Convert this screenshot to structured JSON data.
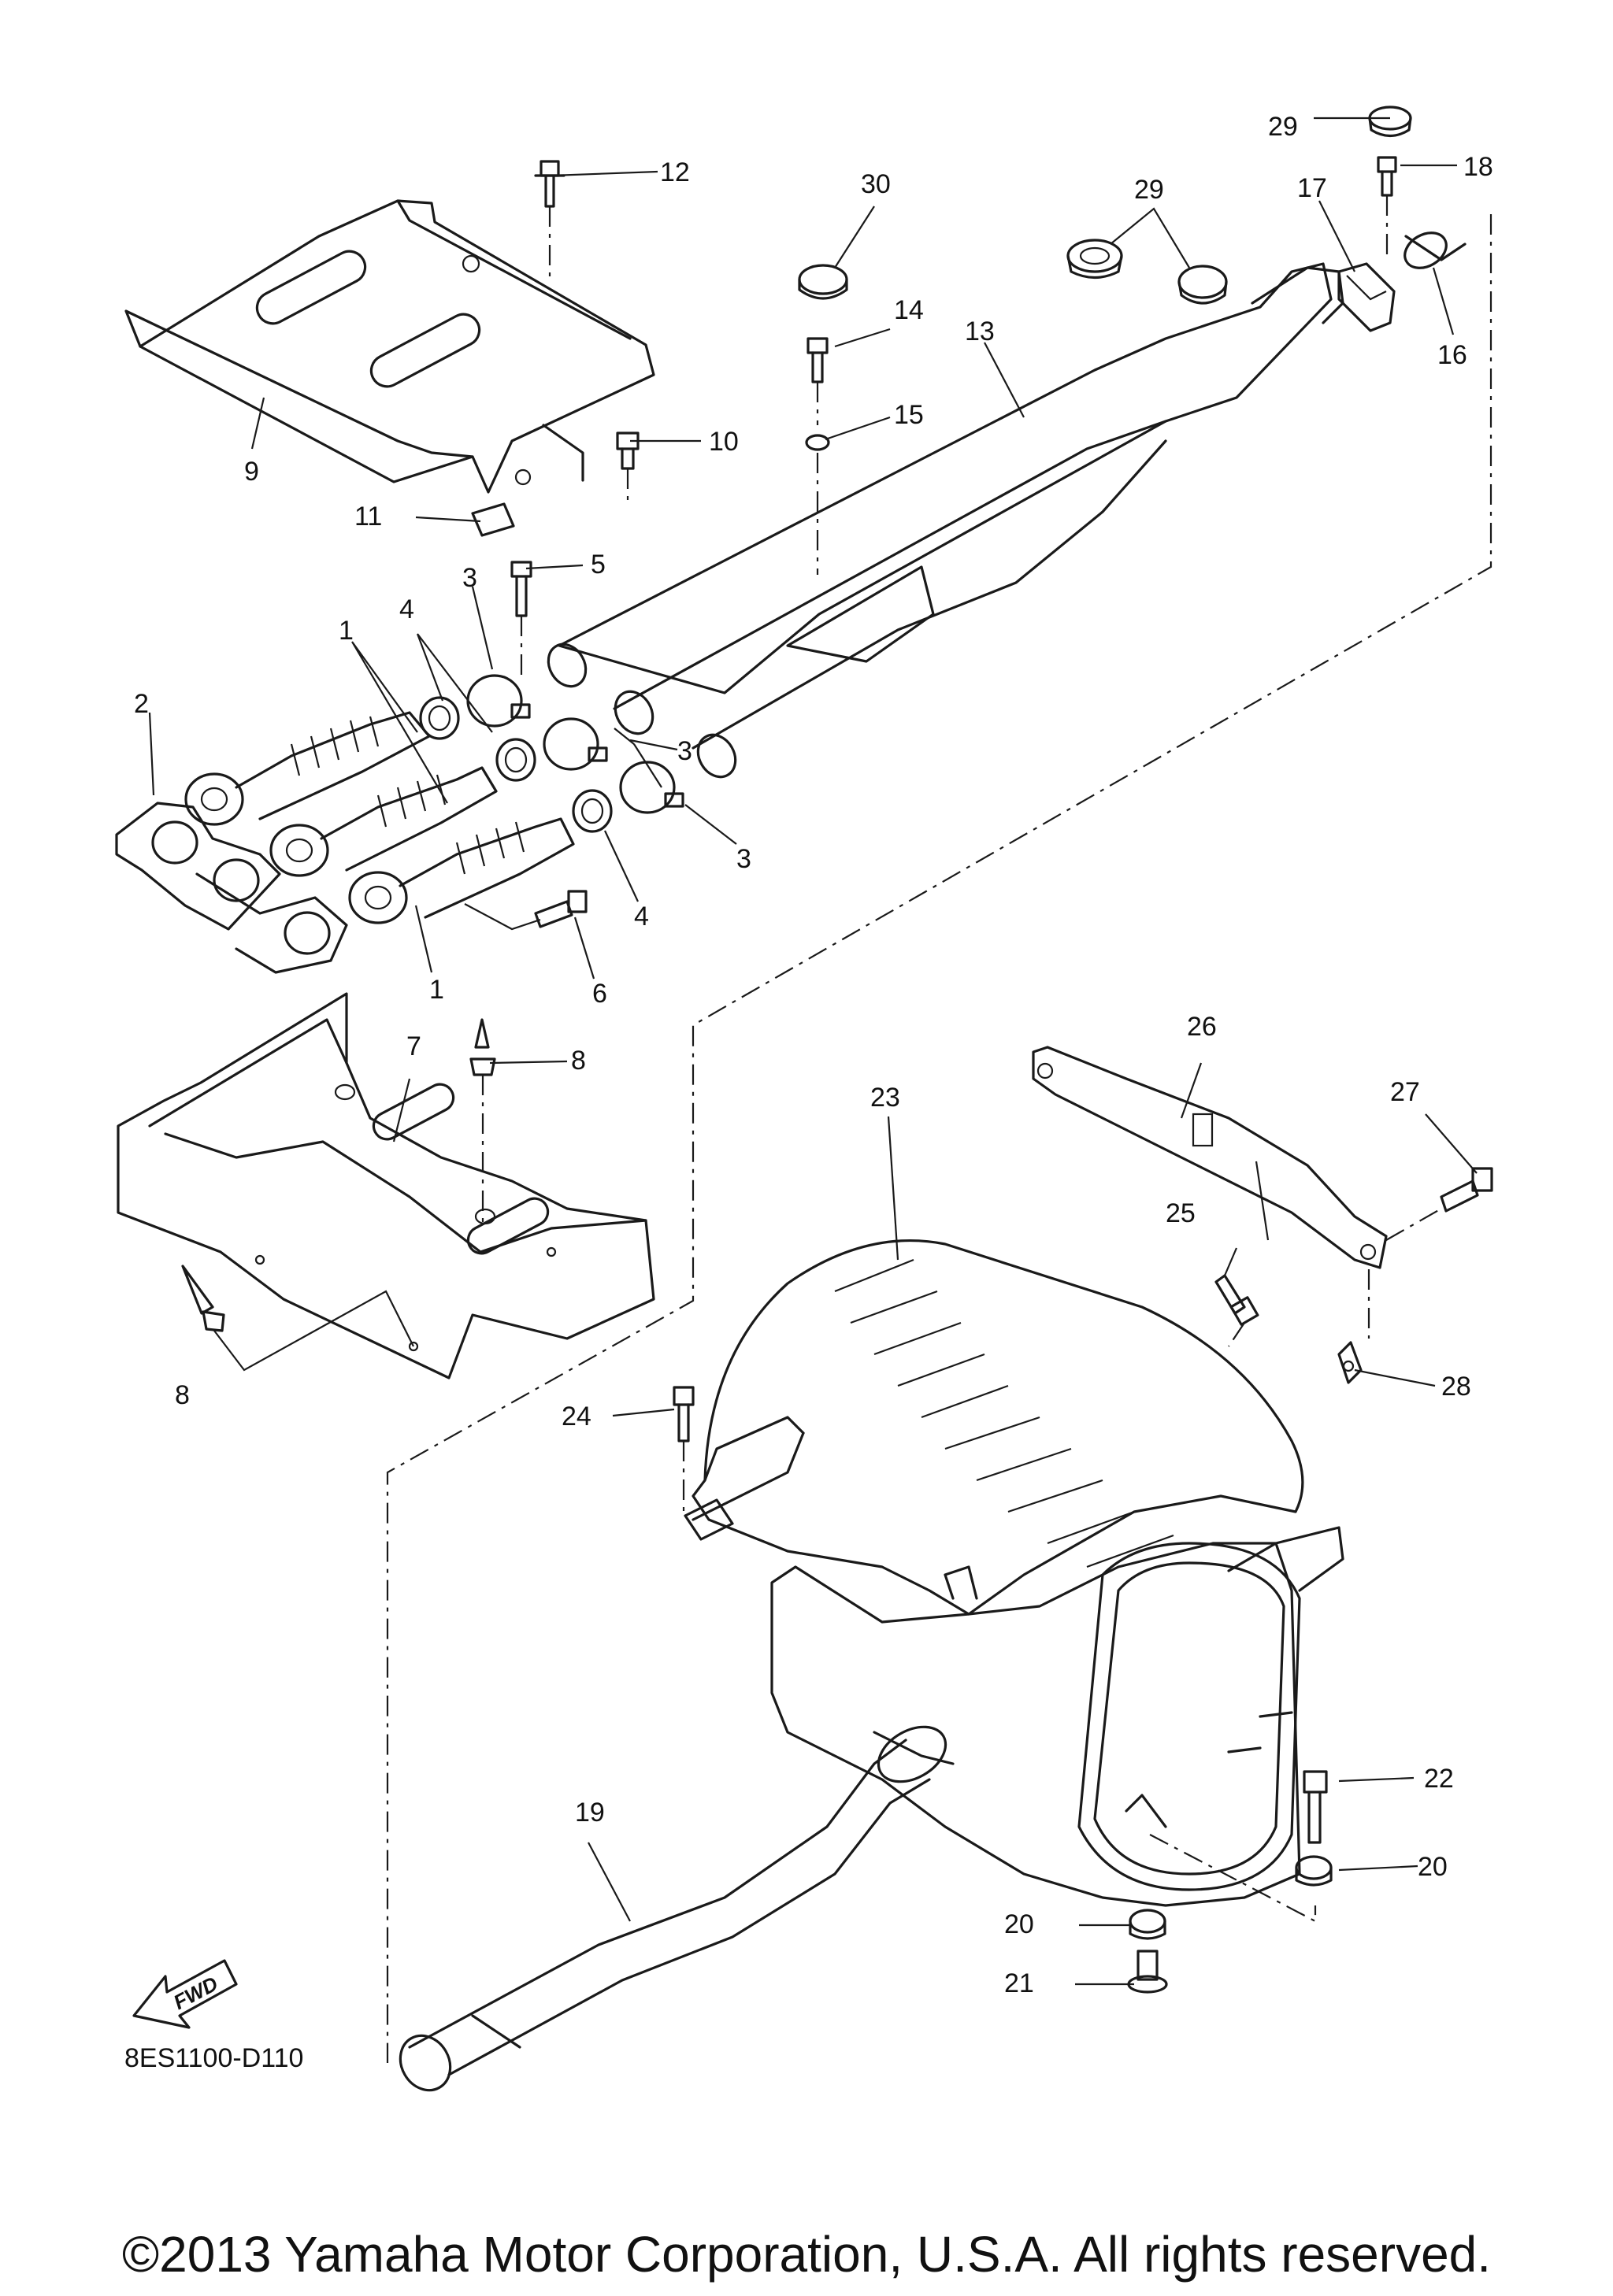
{
  "diagram": {
    "callouts": {
      "c1a": "1",
      "c1b": "1",
      "c2": "2",
      "c3a": "3",
      "c3b": "3",
      "c3c": "3",
      "c4a": "4",
      "c4b": "4",
      "c5": "5",
      "c6": "6",
      "c7": "7",
      "c8a": "8",
      "c8b": "8",
      "c9": "9",
      "c10": "10",
      "c11": "11",
      "c12": "12",
      "c13": "13",
      "c14": "14",
      "c15": "15",
      "c16": "16",
      "c17": "17",
      "c18": "18",
      "c19": "19",
      "c20a": "20",
      "c20b": "20",
      "c21": "21",
      "c22": "22",
      "c23": "23",
      "c24": "24",
      "c25": "25",
      "c26": "26",
      "c27": "27",
      "c28": "28",
      "c29a": "29",
      "c29b": "29",
      "c30": "30"
    },
    "fwd_label": "FWD",
    "diagram_code": "8ES1100-D110",
    "copyright": "©2013 Yamaha Motor Corporation, U.S.A. All rights reserved."
  }
}
